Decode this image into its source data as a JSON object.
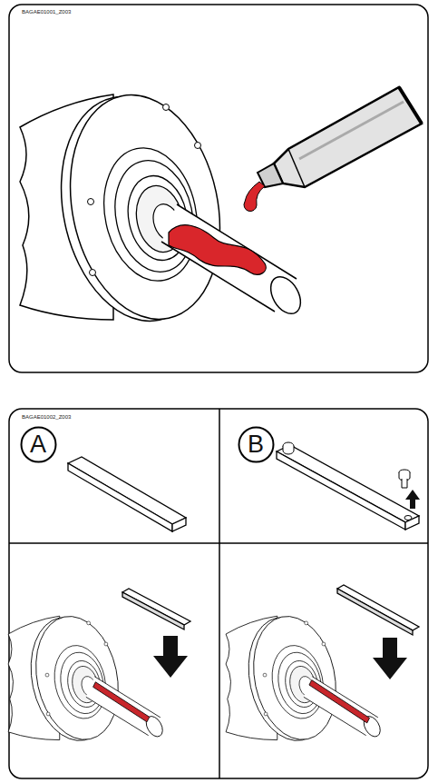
{
  "diagram": {
    "nodes": [
      {
        "text": [
          "A"
        ]
      },
      {
        "text": [
          "B"
        ]
      }
    ],
    "labels": [
      "BAGAE01001_Z003",
      "BAGAE01002_Z003"
    ]
  }
}
